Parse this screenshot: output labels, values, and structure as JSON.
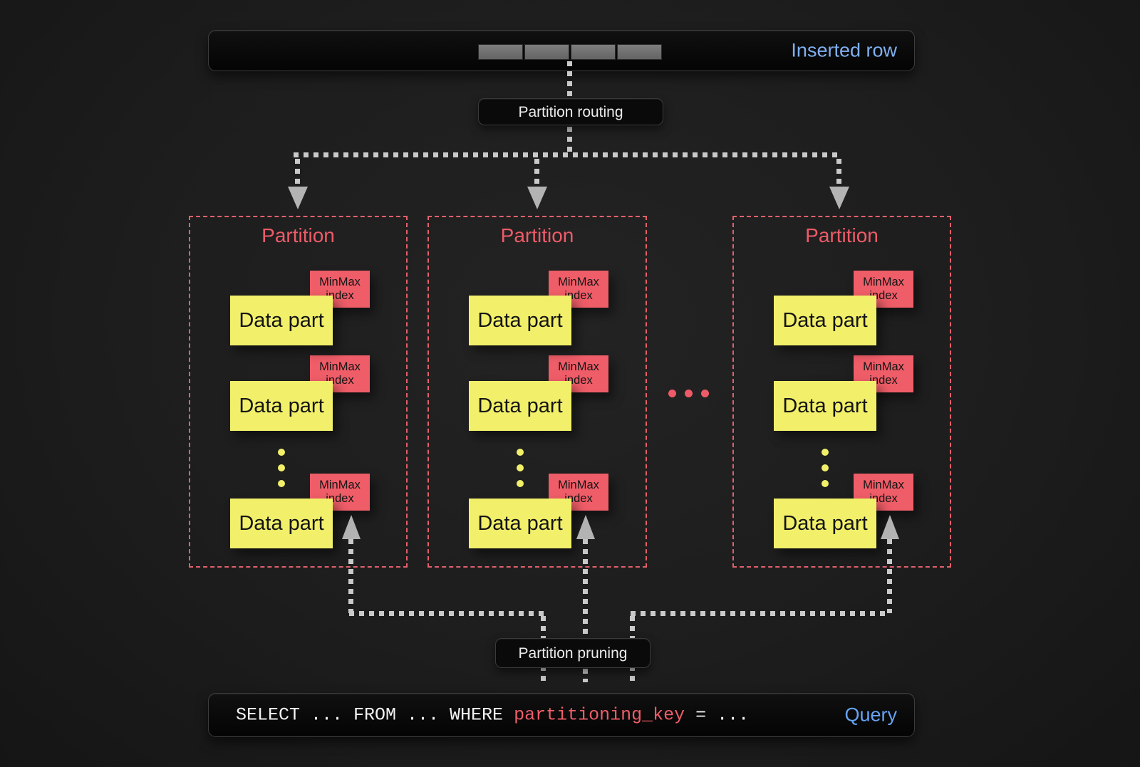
{
  "inserted_row": {
    "label": "Inserted row",
    "segment_count": 4
  },
  "flow_labels": {
    "routing": "Partition routing",
    "pruning": "Partition pruning"
  },
  "partitions": [
    {
      "title": "Partition",
      "parts": [
        {
          "name": "Data part",
          "index": "MinMax index"
        },
        {
          "name": "Data part",
          "index": "MinMax index"
        },
        {
          "name": "Data part",
          "index": "MinMax index"
        }
      ]
    },
    {
      "title": "Partition",
      "parts": [
        {
          "name": "Data part",
          "index": "MinMax index"
        },
        {
          "name": "Data part",
          "index": "MinMax index"
        },
        {
          "name": "Data part",
          "index": "MinMax index"
        }
      ]
    },
    {
      "title": "Partition",
      "parts": [
        {
          "name": "Data part",
          "index": "MinMax index"
        },
        {
          "name": "Data part",
          "index": "MinMax index"
        },
        {
          "name": "Data part",
          "index": "MinMax index"
        }
      ]
    }
  ],
  "more_partitions_ellipsis": "...",
  "query": {
    "sql_head": "SELECT ... FROM ... WHERE ",
    "sql_key": "partitioning_key",
    "sql_tail": " = ...",
    "label": "Query"
  },
  "colors": {
    "accent_red": "#ee5b68",
    "data_part_yellow": "#f2f06a",
    "minmax_tag_red": "#ef5d68",
    "link_blue": "#7fb0f0",
    "arrow_gray": "#c9c9c9"
  }
}
